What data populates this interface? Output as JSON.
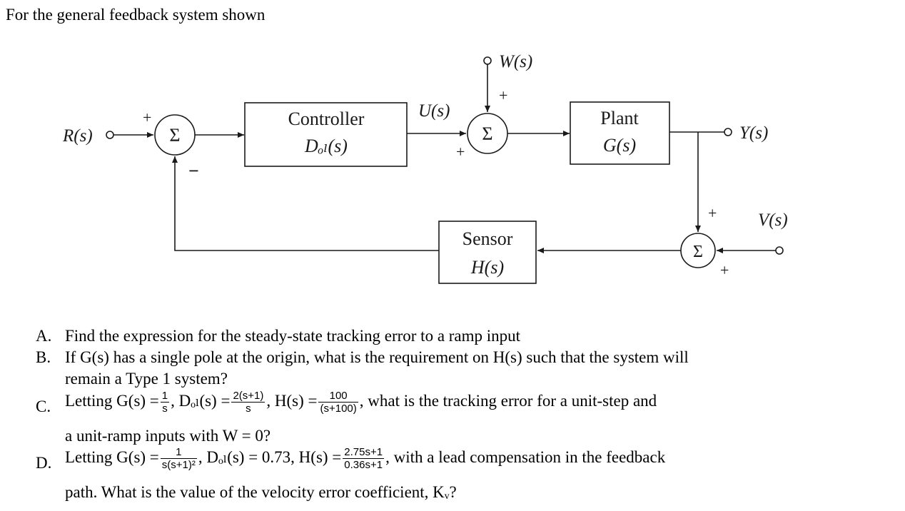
{
  "intro": "For the general feedback system shown",
  "diagram": {
    "signals": {
      "reference": "R(s)",
      "control": "U(s)",
      "disturbance": "W(s)",
      "output": "Y(s)",
      "noise": "V(s)"
    },
    "blocks": {
      "controller_name": "Controller",
      "controller_tf": "Dₒₗ(s)",
      "plant_name": "Plant",
      "plant_tf": "G(s)",
      "sensor_name": "Sensor",
      "sensor_tf": "H(s)"
    },
    "sum_symbol": "Σ",
    "signs": {
      "s1_top": "+",
      "s1_bottom": "−",
      "s2_top": "+",
      "s2_bottom": "+",
      "s3_top": "+",
      "s3_bottom": "+"
    }
  },
  "questions": {
    "a": {
      "label": "A.",
      "text": "Find the expression for the steady-state tracking error to a ramp input"
    },
    "b": {
      "label": "B.",
      "line1": "If G(s) has a single pole at the origin, what is the requirement on H(s) such that the system will",
      "line2": "remain a Type 1 system?"
    },
    "c": {
      "label": "C.",
      "lead": "Letting G(s) =",
      "g_num": "1",
      "g_den": "s",
      "d_lead": ", Dₒₗ(s) =",
      "d_num": "2(s+1)",
      "d_den": "s",
      "h_lead": ", H(s) =",
      "h_num": "100",
      "h_den": "(s+100)",
      "tail": ", what is the tracking error for a unit-step and",
      "line2": "a unit-ramp inputs with W = 0?"
    },
    "d": {
      "label": "D.",
      "lead": "Letting G(s) =",
      "g_num": "1",
      "g_den": "s(s+1)²",
      "d_lead": ", Dₒₗ(s) = 0.73, H(s) =",
      "h_num": "2.75s+1",
      "h_den": "0.36s+1",
      "tail": ", with a lead compensation in the feedback",
      "line2": "path. What is the value of the velocity error coefficient, Kᵥ?"
    }
  }
}
